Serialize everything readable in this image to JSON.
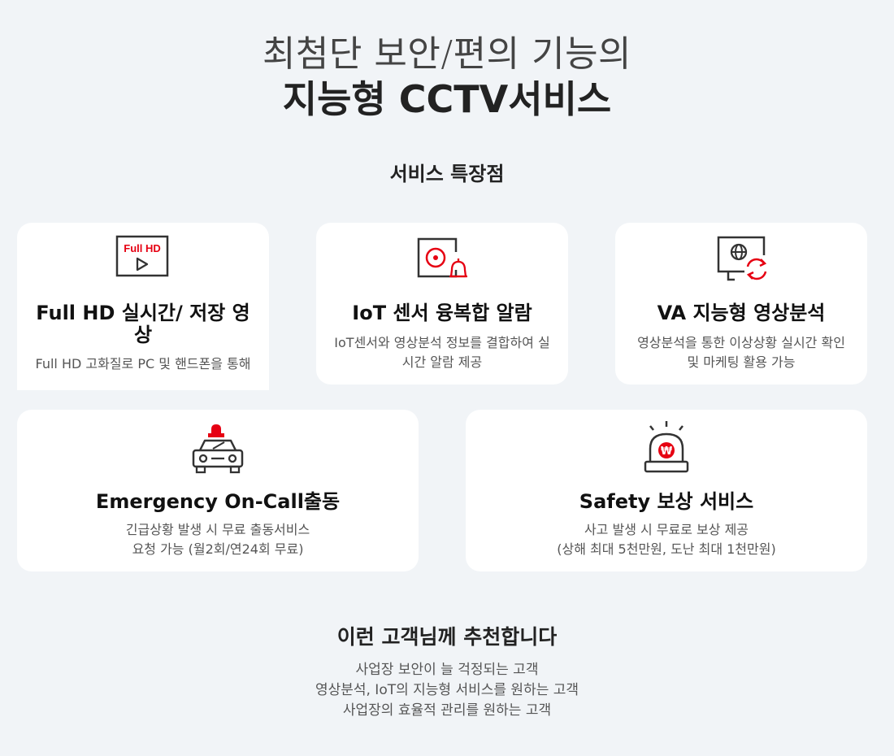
{
  "hero": {
    "subtitle": "최첨단 보안/편의 기능의",
    "title": "지능형 CCTV서비스"
  },
  "features": {
    "title": "서비스 특장점",
    "cards": [
      {
        "icon": "full-hd-icon",
        "icon_text": "Full HD",
        "title": "Full HD 실시간/ 저장 영상",
        "desc": "Full HD 고화질로 PC 및 핸드폰을 통해"
      },
      {
        "icon": "iot-alarm-icon",
        "title": "IoT 센서 융복합 알람",
        "desc": "IoT센서와 영상분석 정보를 결합하여 실시간 알람 제공"
      },
      {
        "icon": "video-analysis-icon",
        "title": "VA 지능형 영상분석",
        "desc": "영상분석을 통한 이상상황 실시간 확인 및 마케팅 활용 가능"
      },
      {
        "icon": "emergency-car-icon",
        "title": "Emergency On-Call출동",
        "desc_lines": [
          "긴급상황 발생 시 무료 출동서비스",
          "요청 가능 (월2회/연24회 무료)"
        ]
      },
      {
        "icon": "safety-siren-icon",
        "icon_text": "₩",
        "title": "Safety 보상 서비스",
        "desc_lines": [
          "사고 발생 시 무료로 보상 제공",
          "(상해 최대 5천만원, 도난 최대 1천만원)"
        ]
      }
    ]
  },
  "recommend": {
    "title": "이런 고객님께 추천합니다",
    "items": [
      "사업장 보안이 늘 걱정되는 고객",
      "영상분석, IoT의 지능형 서비스를 원하는 고객",
      "사업장의 효율적 관리를 원하는 고객"
    ]
  },
  "colors": {
    "accent": "#e60012",
    "icon_dark": "#333333",
    "background": "#f1f4f7",
    "card": "#ffffff"
  }
}
